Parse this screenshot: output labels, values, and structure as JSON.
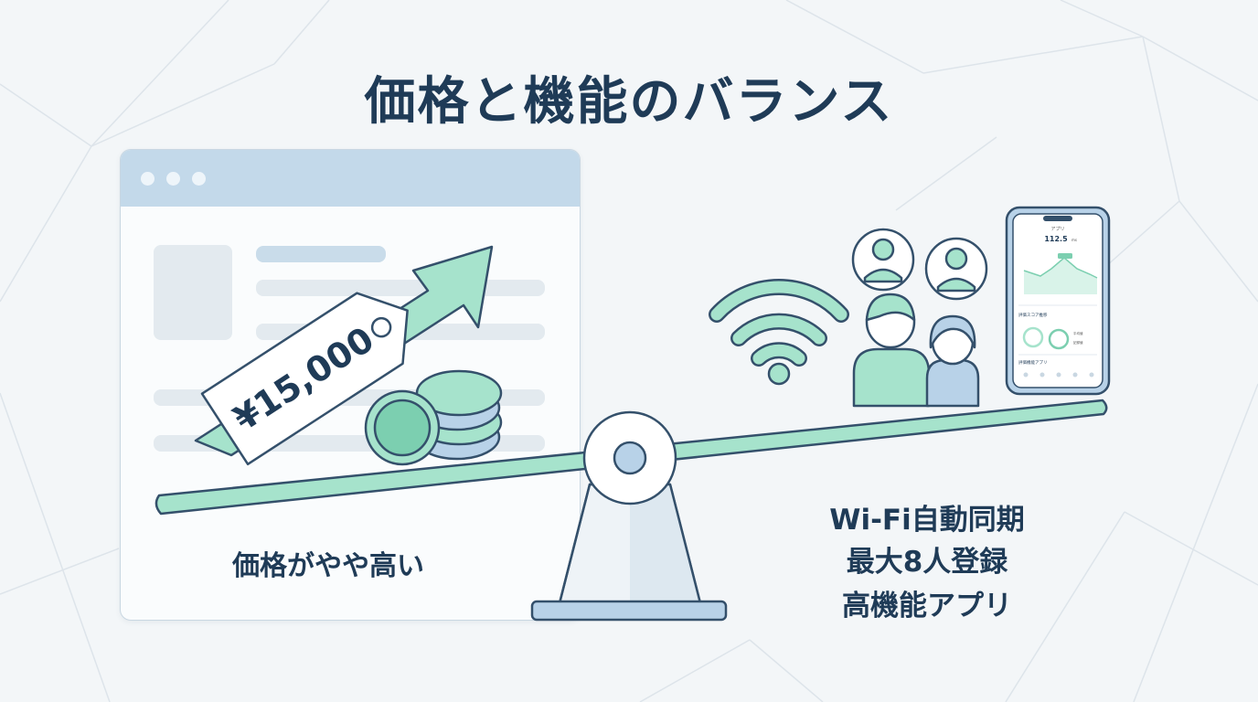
{
  "title": "価格と機能のバランス",
  "price_tag": "¥15,000",
  "price_note": "価格がやや高い",
  "features": [
    "Wi-Fi自動同期",
    "最大8人登録",
    "高機能アプリ"
  ],
  "phone_screen": {
    "header": "アプリ",
    "value": "112.5",
    "unit": "ms",
    "section": "評価スコア推移",
    "ring_a": "平均値",
    "ring_b": "記録値",
    "footer": "評価機能アプリ"
  },
  "colors": {
    "title": "#1f3b57",
    "mint": "#a6e3cc",
    "mint_dark": "#7ccfb0",
    "blue": "#b8d2e8",
    "outline": "#34506b",
    "background": "#f3f6f8"
  },
  "icons": [
    "browser-window-icon",
    "price-tag-icon",
    "up-arrow-icon",
    "coin-stack-icon",
    "seesaw-icon",
    "wifi-icon",
    "user-icon",
    "family-icon",
    "smartphone-icon"
  ]
}
